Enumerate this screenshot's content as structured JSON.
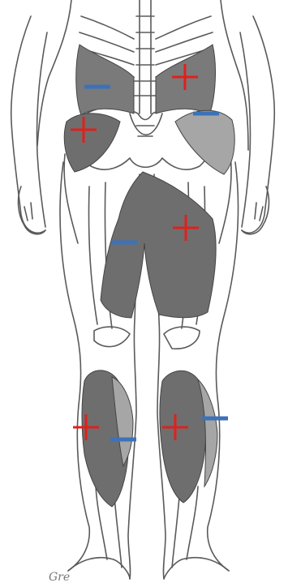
{
  "colors": {
    "background": "#ffffff",
    "outline": "#5a5a5a",
    "muscle_fill": "#7a7a7a",
    "muscle_fill_light": "#a6a6a6",
    "plus_marker": "#e0201c",
    "minus_marker": "#3c72b8"
  },
  "markers": [
    {
      "type": "plus",
      "region": "right-lower-back"
    },
    {
      "type": "minus",
      "region": "left-lower-back"
    },
    {
      "type": "plus",
      "region": "left-gluteus"
    },
    {
      "type": "minus",
      "region": "right-gluteus"
    },
    {
      "type": "plus",
      "region": "right-thigh"
    },
    {
      "type": "minus",
      "region": "left-thigh"
    },
    {
      "type": "plus",
      "region": "left-calf"
    },
    {
      "type": "minus",
      "region": "left-calf-inner"
    },
    {
      "type": "plus",
      "region": "right-calf"
    },
    {
      "type": "minus",
      "region": "right-calf-outer"
    }
  ],
  "signature": "Gre"
}
